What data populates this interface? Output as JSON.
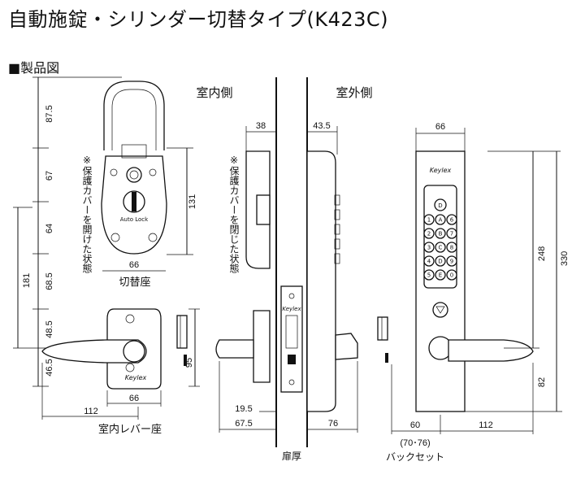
{
  "title": "自動施錠・シリンダー切替タイプ(K423C)",
  "section": "■製品図",
  "views": {
    "indoor": "室内側",
    "outdoor": "室外側"
  },
  "labels": {
    "switch_seat": "切替座",
    "indoor_lever_seat": "室内レバー座",
    "door_thickness": "扉厚",
    "backset": "バックセット",
    "backset_range": "(70･76)",
    "auto_lock": "Auto Lock"
  },
  "notes": {
    "cover_open": "※保護カバーを開けた状態",
    "cover_closed": "※保護カバーを閉じた状態"
  },
  "brand": "Keylex",
  "keypad": {
    "top_key": "D",
    "keys": [
      "1",
      "A",
      "6",
      "2",
      "B",
      "7",
      "3",
      "C",
      "8",
      "4",
      "D",
      "9",
      "5",
      "E",
      "0"
    ]
  },
  "dims": {
    "left_vertical": [
      "87.5",
      "67",
      "64",
      "68.5",
      "48.5",
      "46.5"
    ],
    "left_outer": "181",
    "seat_width": "66",
    "seat_height": "131",
    "lever_seat_width": "66",
    "lever_length": "112",
    "lever_seat_height": "95",
    "indoor_depth": "38",
    "indoor_lever_depth": "67.5",
    "lever_offset": "19.5",
    "outdoor_depth": "43.5",
    "outdoor_lever_depth": "76",
    "front_width": "66",
    "height_inner": "248",
    "height_total": "330",
    "lever_height": "82",
    "backset": "60",
    "outdoor_lever_length": "112"
  }
}
